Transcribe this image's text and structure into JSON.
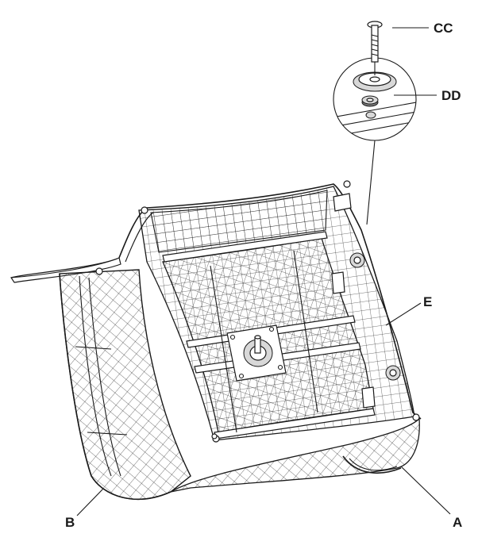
{
  "labels": {
    "cc": "CC",
    "dd": "DD",
    "e": "E",
    "a": "A",
    "b": "B"
  },
  "icons": {
    "bolt": "bolt-icon",
    "washer": "washer-icon",
    "nut": "nut-icon",
    "swivel_plate": "swivel-plate-icon"
  }
}
